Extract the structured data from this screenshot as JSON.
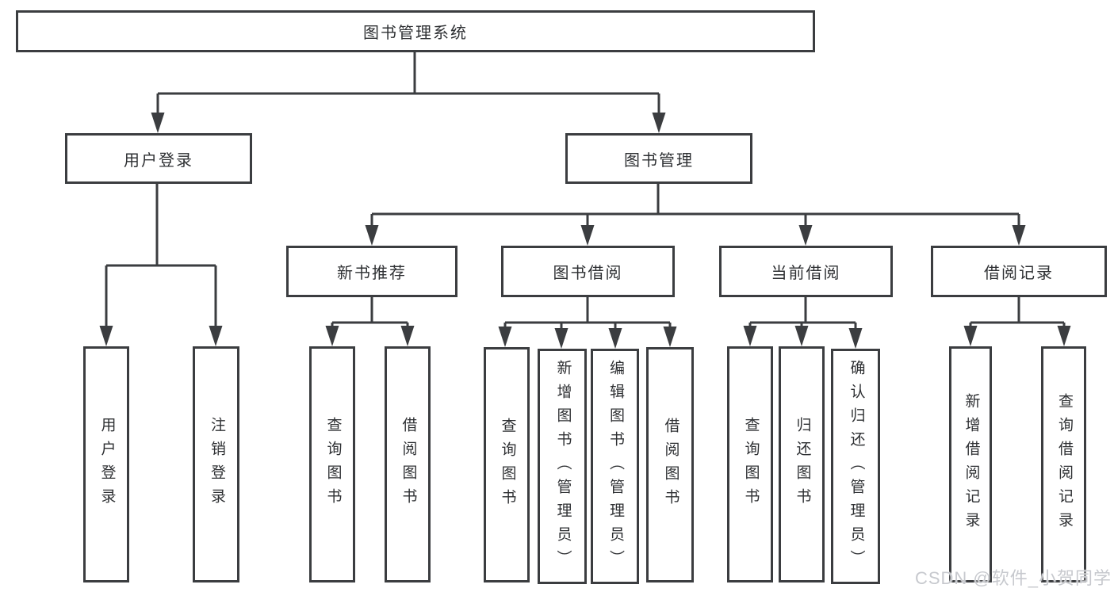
{
  "diagram_title": "图书管理系统",
  "watermark": "CSDN @软件_小贺同学",
  "colors": {
    "line": "#3b3d40",
    "text": "#2e3033",
    "background": "#ffffff",
    "watermark": "#c7c9ce"
  },
  "nodes": {
    "root": {
      "label": "图书管理系统"
    },
    "user_login": {
      "label": "用户登录"
    },
    "book_management": {
      "label": "图书管理"
    },
    "new_book_recommend": {
      "label": "新书推荐"
    },
    "book_borrowing": {
      "label": "图书借阅"
    },
    "current_borrowing": {
      "label": "当前借阅"
    },
    "borrowing_records": {
      "label": "借阅记录"
    },
    "leaf_user_login": {
      "label": "用户登录"
    },
    "leaf_logout": {
      "label": "注销登录"
    },
    "leaf_rec_query_books": {
      "label": "查询图书"
    },
    "leaf_rec_borrow_books": {
      "label": "借阅图书"
    },
    "leaf_bb_query_books": {
      "label": "查询图书"
    },
    "leaf_bb_add_books": {
      "label": "新增图书（管理员）"
    },
    "leaf_bb_edit_books": {
      "label": "编辑图书（管理员）"
    },
    "leaf_bb_borrow_books": {
      "label": "借阅图书"
    },
    "leaf_cb_query_books": {
      "label": "查询图书"
    },
    "leaf_cb_return_books": {
      "label": "归还图书"
    },
    "leaf_cb_confirm_return": {
      "label": "确认归还（管理员）"
    },
    "leaf_br_add_record": {
      "label": "新增借阅记录"
    },
    "leaf_br_query_record": {
      "label": "查询借阅记录"
    }
  }
}
